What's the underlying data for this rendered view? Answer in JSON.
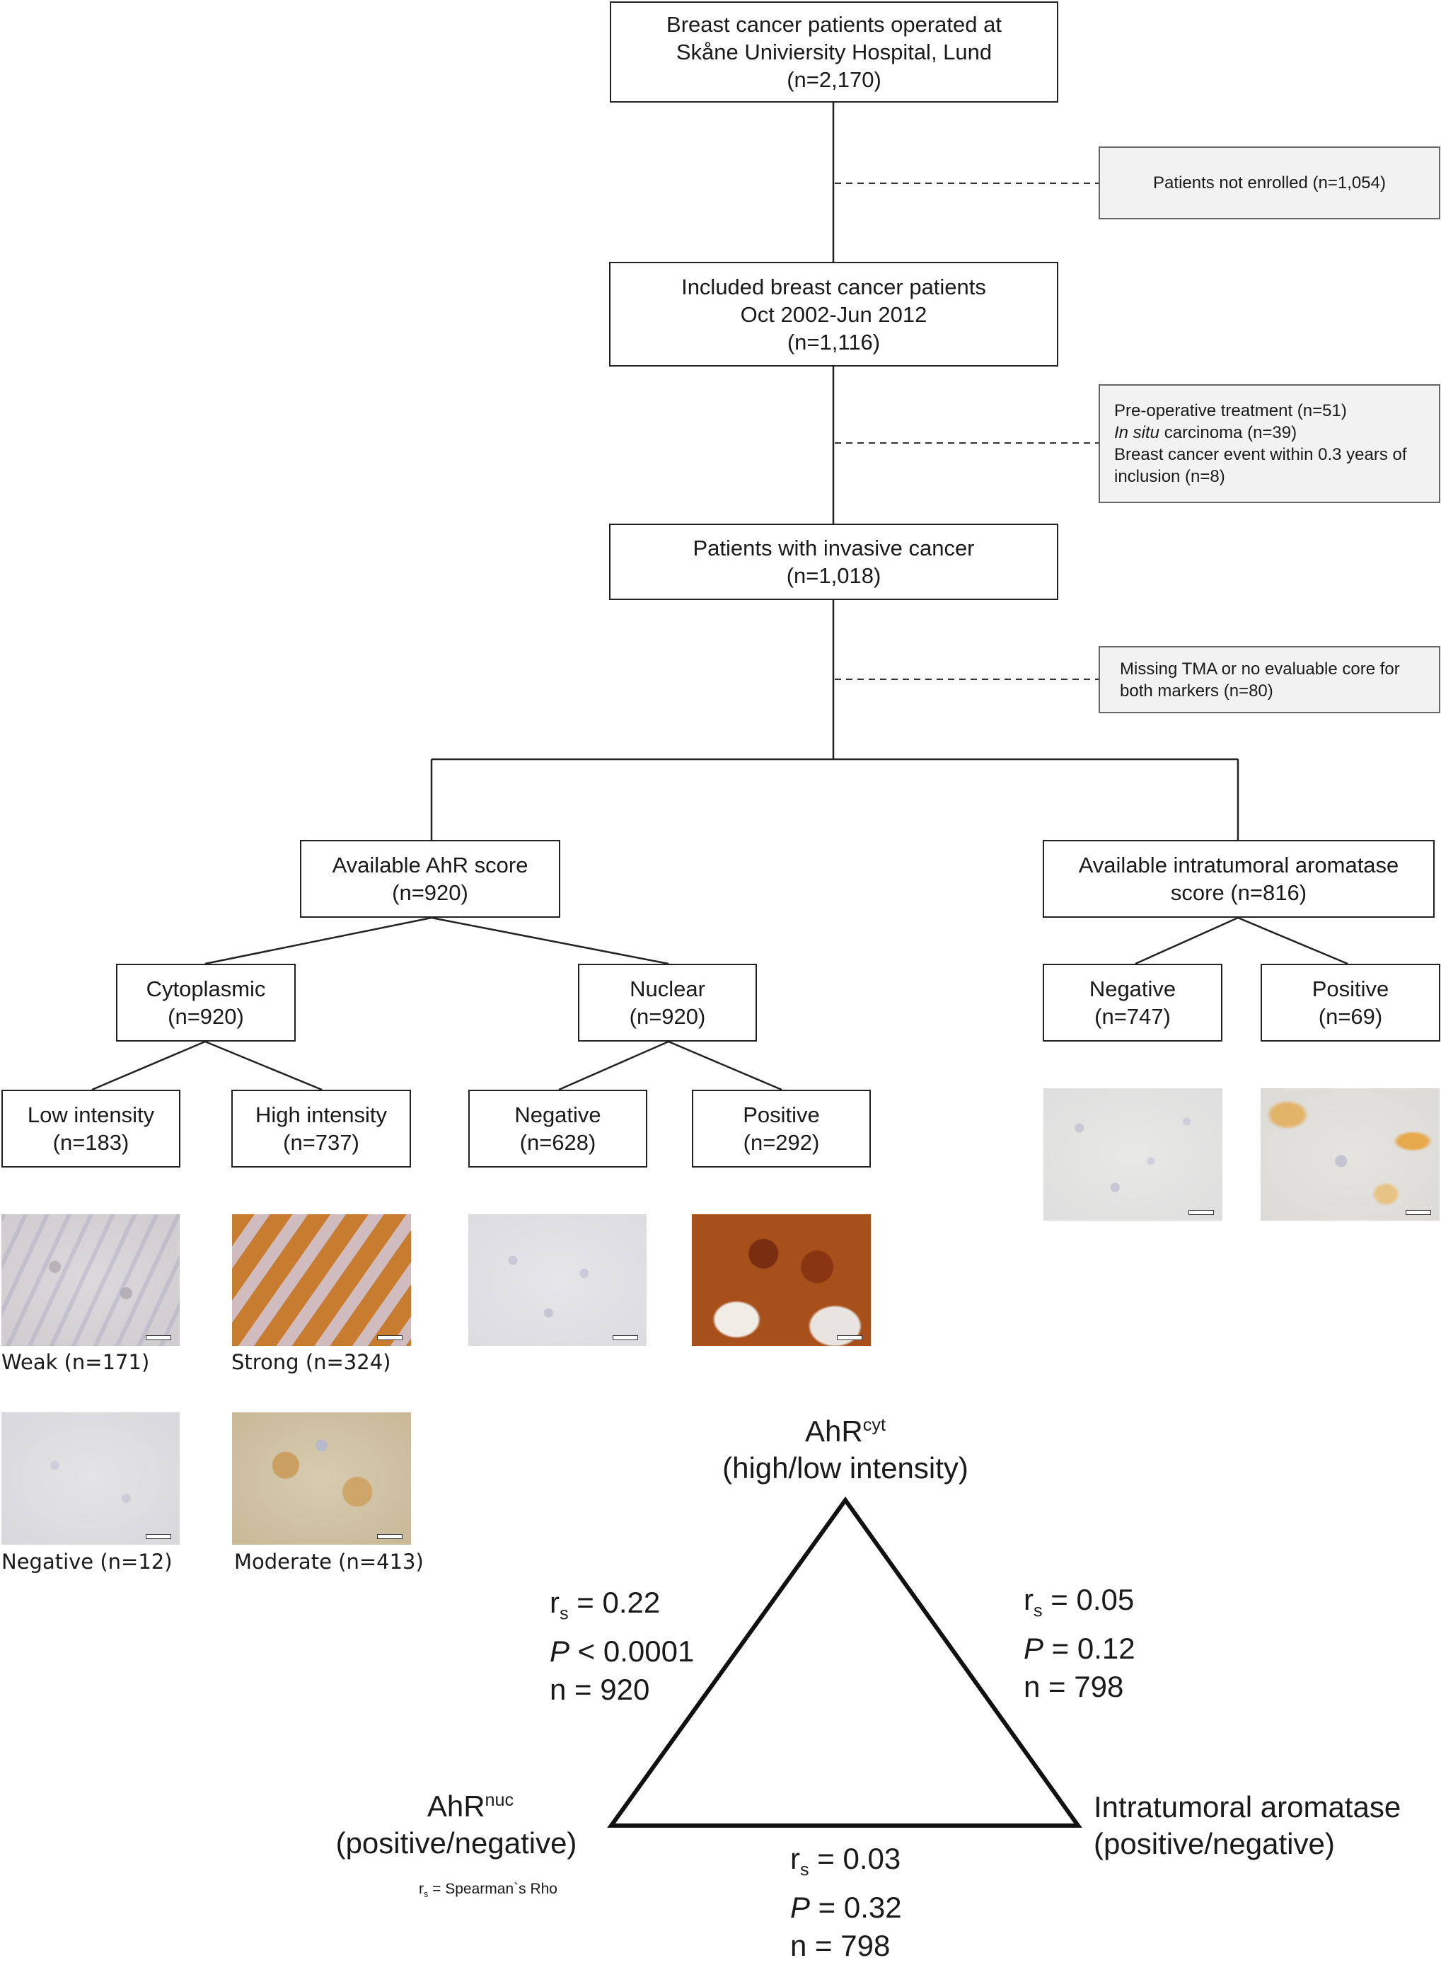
{
  "boxes": {
    "operated": {
      "line1": "Breast cancer patients operated at",
      "line2": "Skåne Univiersity Hospital, Lund",
      "n": "(n=2,170)"
    },
    "not_enrolled": {
      "text": "Patients not enrolled (n=1,054)"
    },
    "included": {
      "line1": "Included breast cancer patients",
      "line2": "Oct 2002-Jun 2012",
      "n": "(n=1,116)"
    },
    "excluded1": {
      "line1": "Pre-operative treatment (n=51)",
      "line2_italic": "In situ",
      "line2_rest": " carcinoma (n=39)",
      "line3": "Breast cancer event within 0.3 years of",
      "line4": "inclusion (n=8)"
    },
    "invasive": {
      "line1": "Patients with  invasive cancer",
      "n": "(n=1,018)"
    },
    "excluded2": {
      "line1": "Missing TMA or no evaluable core for",
      "line2": "both markers (n=80)"
    },
    "ahr_score": {
      "line1": "Available AhR score",
      "n": "(n=920)"
    },
    "aromatase_score": {
      "line1": "Available intratumoral aromatase",
      "line2": "score (n=816)"
    },
    "cytoplasmic": {
      "line1": "Cytoplasmic",
      "n": "(n=920)"
    },
    "nuclear": {
      "line1": "Nuclear",
      "n": "(n=920)"
    },
    "arom_negative": {
      "line1": "Negative",
      "n": "(n=747)"
    },
    "arom_positive": {
      "line1": "Positive",
      "n": "(n=69)"
    },
    "low_intensity": {
      "line1": "Low intensity",
      "n": "(n=183)"
    },
    "high_intensity": {
      "line1": "High intensity",
      "n": "(n=737)"
    },
    "nuc_negative": {
      "line1": "Negative",
      "n": "(n=628)"
    },
    "nuc_positive": {
      "line1": "Positive",
      "n": "(n=292)"
    }
  },
  "captions": {
    "weak": "Weak (n=171)",
    "strong": "Strong (n=324)",
    "negative": "Negative (n=12)",
    "moderate": "Moderate (n=413)"
  },
  "triangle": {
    "top": {
      "name": "AhR",
      "sup": "cyt",
      "sub": "(high/low intensity)"
    },
    "left": {
      "name": "AhR",
      "sup": "nuc",
      "sub": "(positive/negative)"
    },
    "right": {
      "name": "Intratumoral aromatase",
      "sub": "(positive/negative)"
    },
    "left_edge": {
      "rs": " = 0.22",
      "p": " < 0.0001",
      "n": "n = 920"
    },
    "right_edge": {
      "rs": " = 0.05",
      "p": " = 0.12",
      "n": "n = 798"
    },
    "bottom_edge": {
      "rs": " = 0.03",
      "p": " = 0.32",
      "n": "n = 798"
    },
    "rs_symbol": "r",
    "rs_sub": "s",
    "p_symbol": "P"
  },
  "footnote": {
    "sym": "r",
    "sub": "s",
    "text": " = Spearman`s Rho"
  }
}
